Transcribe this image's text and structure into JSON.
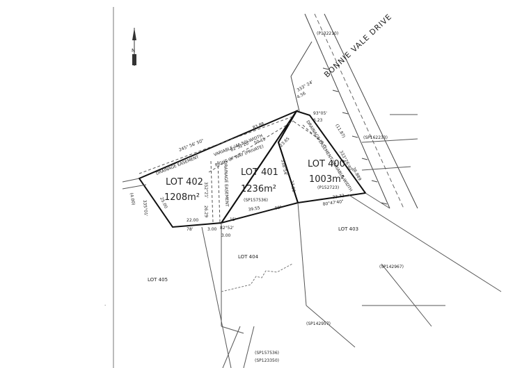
{
  "north_label": "N",
  "road": {
    "name": "BONNIE VALE DRIVE"
  },
  "plans": {
    "top": "(P132210)",
    "right": "(SP162233)",
    "east_lower": "(SP142967)",
    "south": "(SP142957)",
    "bottom_1": "(SP157536)",
    "bottom_2": "(SP123350)"
  },
  "lots": [
    {
      "id": "lot-402",
      "label": "LOT 402",
      "area": "1208m²",
      "plan": ""
    },
    {
      "id": "lot-401",
      "label": "LOT 401",
      "area": "1236m²",
      "plan": "(SP157536)"
    },
    {
      "id": "lot-400",
      "label": "LOT 400",
      "area": "1003m²",
      "plan": "(P152723)"
    }
  ],
  "other_lots": {
    "lot_403": "LOT 403",
    "lot_404": "LOT 404",
    "lot_405": "LOT 405"
  },
  "easements": {
    "drainage_easement": "DRAINAGE EASEMENT",
    "variable_width": "VARIABLE (46.50) WIDTH",
    "right_of_way": "RIGHT OF WAY (PRIVATE)",
    "drainage_easement_lower": "DRAINAGE EASEMENT",
    "drainage_easement_right": "DRAINAGE EASEMENT VARIABLE WIDTH"
  },
  "dimensions": {
    "bearing_top": "245° 56' 50\"",
    "dist_top": "83.88",
    "bearing_row": "61°52'20\"",
    "dist_row": "50.15",
    "left_side": "25.00",
    "left_paren": "(4.00)",
    "left_bearing": "335°01'",
    "bottom_22": "22.00",
    "bottom_78": "78'",
    "bottom_3": "3.00",
    "bottom_15": "15'",
    "bottom_3955": "39.55",
    "bottom_00": "00\"",
    "bottom_right_dist": "33.72",
    "bottom_right_bearing": "80°47'40\"",
    "mid_bearing": "352°21'",
    "mid_dist": "26.29",
    "angle_8252": "82°52'",
    "right_3": "3.00",
    "lot400_left_bearing": "338°54'",
    "lot400_left_dist": "27.90",
    "road_bearing": "333° 24'",
    "road_dist": "4.56",
    "corner_bearing": "93°05'",
    "corner_dist": "6.23",
    "lot400_right_bearing": "333°26'40\"",
    "lot400_right_dist": "36.889",
    "dist_2365": "23.65",
    "dist_1187": "(11.87)"
  }
}
